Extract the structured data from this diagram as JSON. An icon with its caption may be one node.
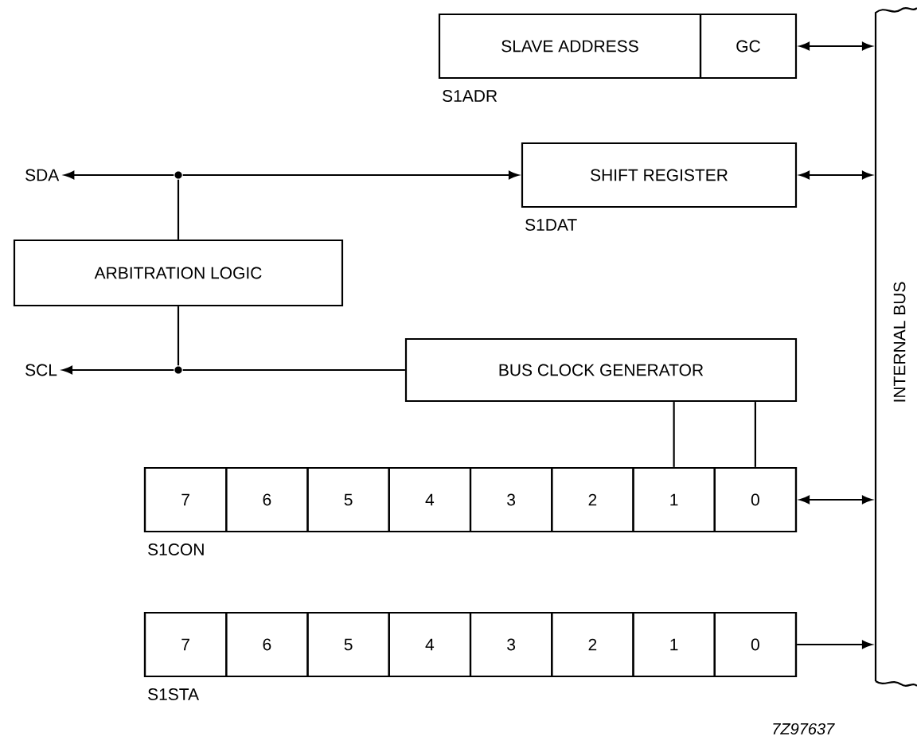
{
  "diagram": {
    "nodes": [
      {
        "text": [
          "SLAVE ADDRESS"
        ],
        "beside": [
          "S1ADR"
        ]
      },
      {
        "text": [
          "GC"
        ]
      },
      {
        "text": [
          "SDA"
        ]
      },
      {
        "text": [
          "SHIFT REGISTER"
        ],
        "beside": [
          "S1DAT"
        ]
      },
      {
        "text": [
          "ARBITRATION LOGIC"
        ]
      },
      {
        "text": [
          "SCL"
        ]
      },
      {
        "text": [
          "BUS CLOCK GENERATOR"
        ]
      },
      {
        "text": [],
        "shape": "box",
        "beside": [
          "S1CON"
        ]
      },
      {
        "text": [
          "7"
        ],
        "in": 7
      },
      {
        "text": [
          "6"
        ],
        "in": 7
      },
      {
        "text": [
          "5"
        ],
        "in": 7
      },
      {
        "text": [
          "4"
        ],
        "in": 7
      },
      {
        "text": [
          "3"
        ],
        "in": 7
      },
      {
        "text": [
          "2"
        ],
        "in": 7
      },
      {
        "text": [
          "1"
        ],
        "in": 7
      },
      {
        "text": [
          "0"
        ],
        "in": 7
      },
      {
        "text": [],
        "shape": "box",
        "beside": [
          "S1STA"
        ]
      },
      {
        "text": [
          "7"
        ],
        "in": 16
      },
      {
        "text": [
          "6"
        ],
        "in": 16
      },
      {
        "text": [
          "5"
        ],
        "in": 16
      },
      {
        "text": [
          "4"
        ],
        "in": 16
      },
      {
        "text": [
          "3"
        ],
        "in": 16
      },
      {
        "text": [
          "2"
        ],
        "in": 16
      },
      {
        "text": [
          "1"
        ],
        "in": 16
      },
      {
        "text": [
          "0"
        ],
        "in": 16
      },
      {
        "text": [
          "INTERNAL BUS"
        ]
      },
      {
        "text": [],
        "shape": "circle"
      },
      {
        "text": [],
        "shape": "circle"
      }
    ],
    "edges": [
      {
        "from": 1,
        "to": 25,
        "arrow": "both"
      },
      {
        "from": 26,
        "to": 2,
        "arrow": "to"
      },
      {
        "from": 26,
        "to": 3,
        "arrow": "to"
      },
      {
        "from": 4,
        "to": 26,
        "arrow": "none"
      },
      {
        "from": 4,
        "to": 27,
        "arrow": "none"
      },
      {
        "from": 6,
        "to": 27,
        "arrow": "none"
      },
      {
        "from": 27,
        "to": 5,
        "arrow": "to"
      },
      {
        "from": 6,
        "to": 14,
        "arrow": "none"
      },
      {
        "from": 6,
        "to": 15,
        "arrow": "none"
      },
      {
        "from": 3,
        "to": 25,
        "arrow": "both"
      },
      {
        "from": 7,
        "to": 25,
        "arrow": "both"
      },
      {
        "from": 16,
        "to": 25,
        "arrow": "to"
      }
    ],
    "labels": [
      "7Z97637"
    ]
  }
}
